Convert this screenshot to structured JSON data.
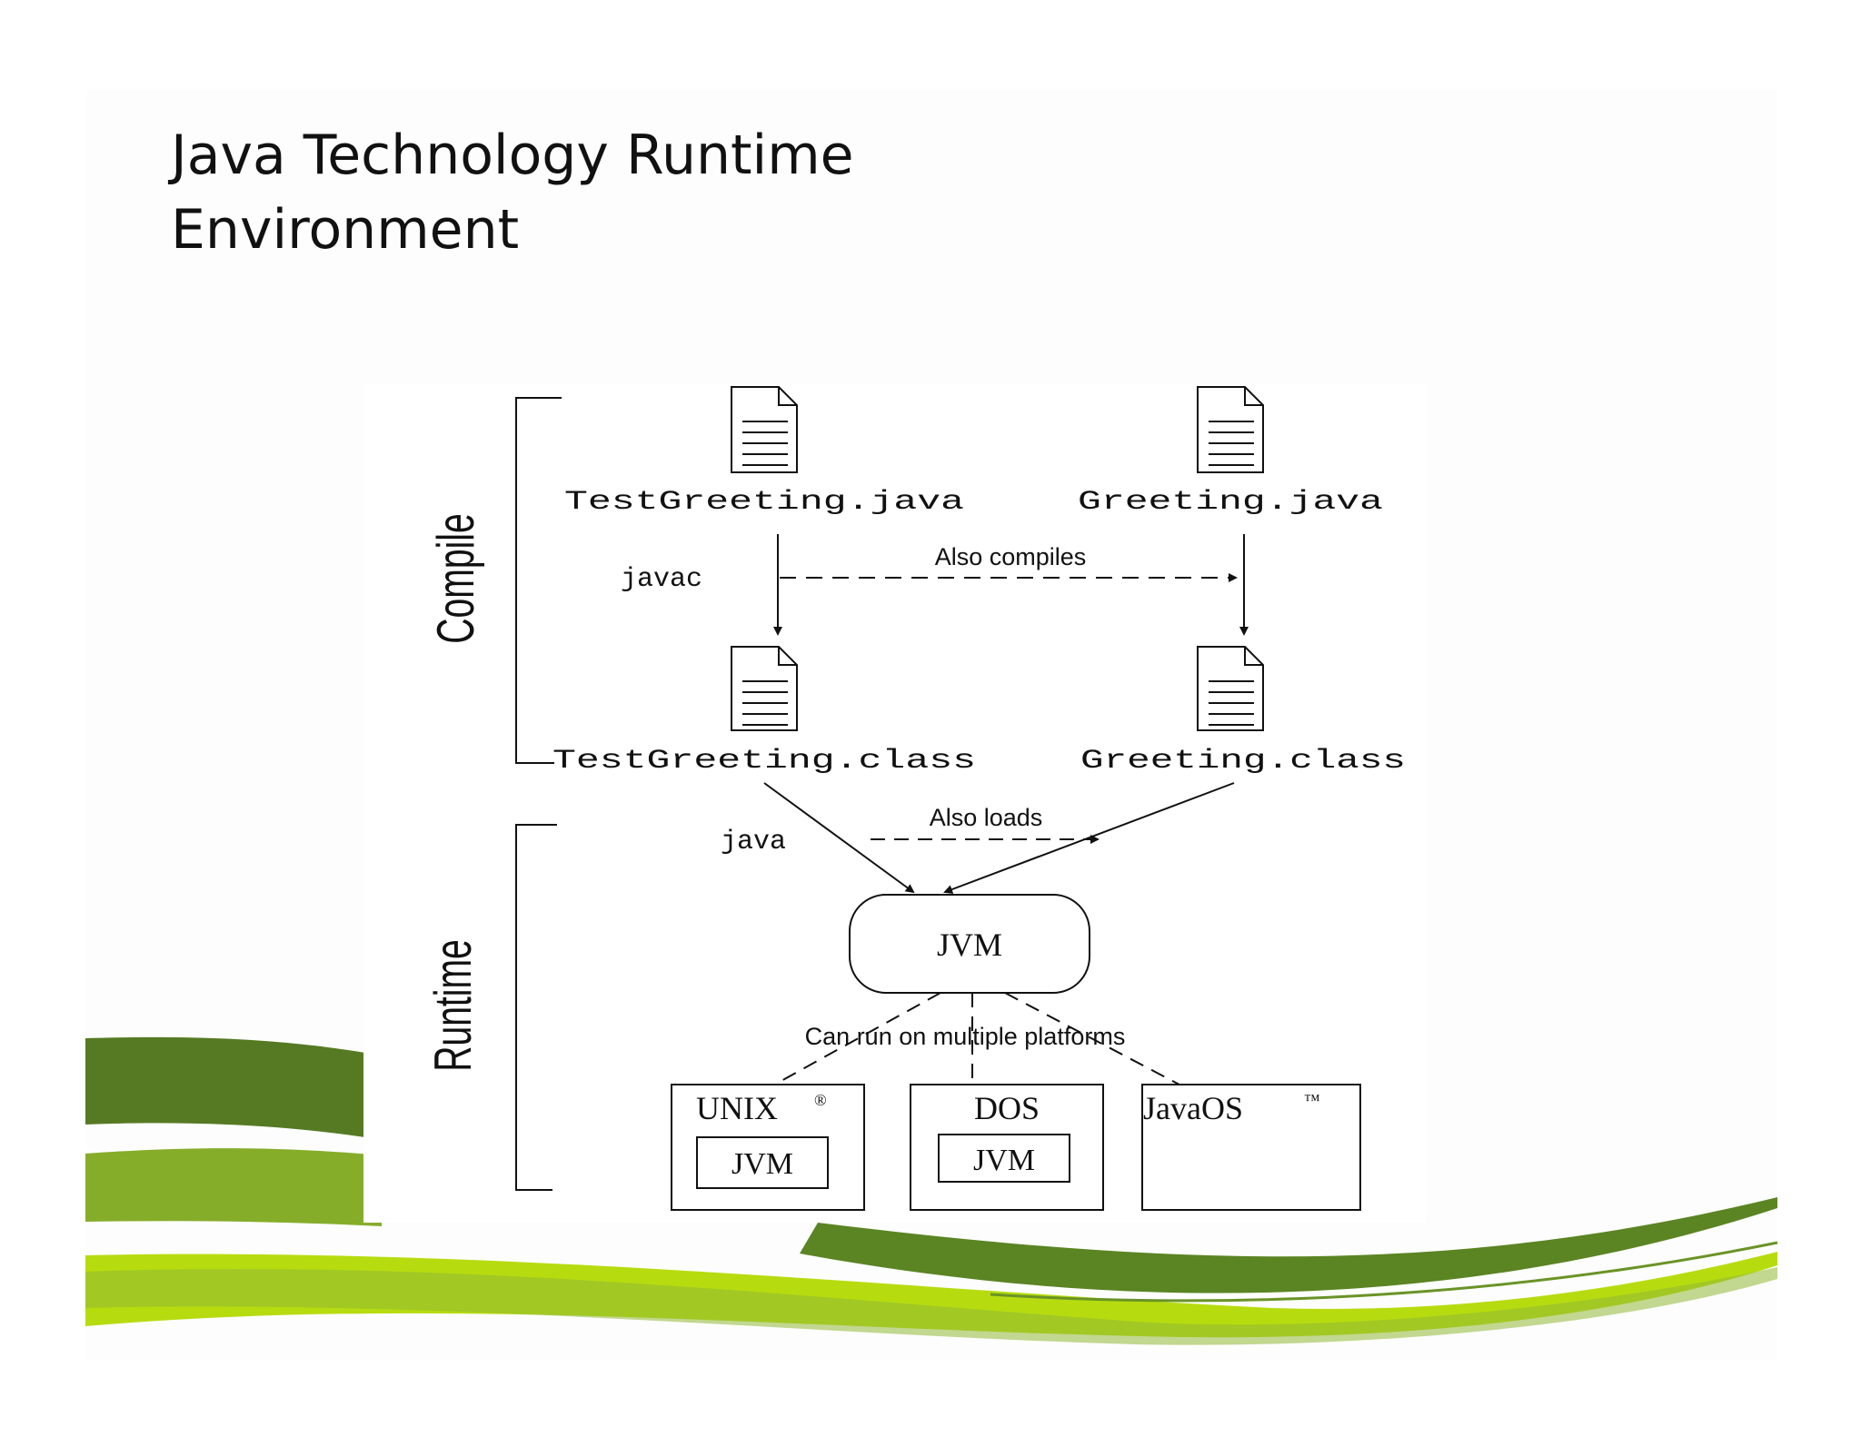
{
  "slide": {
    "title_lines": [
      "Java Technology Runtime",
      "Environment"
    ]
  },
  "diagram": {
    "phases": {
      "compile": "Compile",
      "runtime": "Runtime"
    },
    "files": {
      "test_java": "TestGreeting.java",
      "greeting_java": "Greeting.java",
      "test_class": "TestGreeting.class",
      "greeting_class": "Greeting.class"
    },
    "commands": {
      "javac": "javac",
      "java": "java"
    },
    "annotations": {
      "also_compiles": "Also compiles",
      "also_loads": "Also loads",
      "multi_platform": "Can run on multiple platforms"
    },
    "jvm": "JVM",
    "platforms": {
      "unix": "UNIX",
      "unix_mark": "®",
      "dos": "DOS",
      "javaos": "JavaOS",
      "javaos_mark": "™",
      "unix_jvm": "JVM",
      "dos_jvm": "JVM"
    },
    "icons": {
      "source_file": "document-icon",
      "class_file": "document-icon"
    }
  },
  "colors": {
    "wave_dark": "#567a23",
    "wave_mid": "#86ad2a",
    "wave_light": "#b6dc10",
    "ink": "#111111"
  }
}
